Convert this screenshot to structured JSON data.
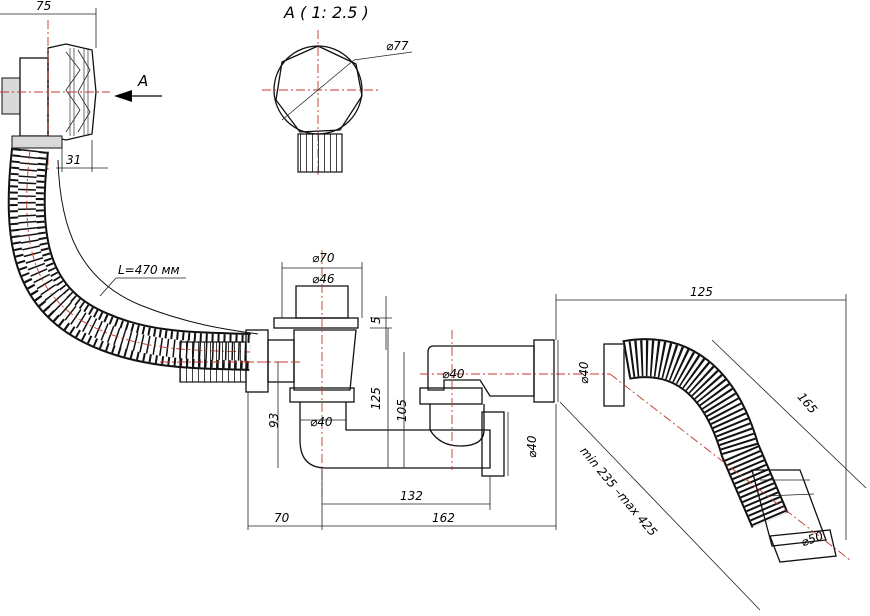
{
  "labels": {
    "detail_title": "A ( 1: 2.5 )",
    "view_arrow": "A",
    "dia_77": "⌀77",
    "dim_75": "75",
    "dim_31": "31",
    "hose_length": "L=470 мм",
    "dia_70": "⌀70",
    "dia_46": "⌀46",
    "dim_5": "5",
    "dim_125_v": "125",
    "dim_105": "105",
    "dim_93": "93",
    "dia_40_a": "⌀40",
    "dia_40_b": "⌀40",
    "dia_40_c": "⌀40",
    "dia_40_d": "⌀40",
    "dim_132": "132",
    "dim_70": "70",
    "dim_162": "162",
    "dim_125_h": "125",
    "dim_165": "165",
    "hose_range": "min 235 –max 425",
    "dia_50": "⌀50"
  }
}
